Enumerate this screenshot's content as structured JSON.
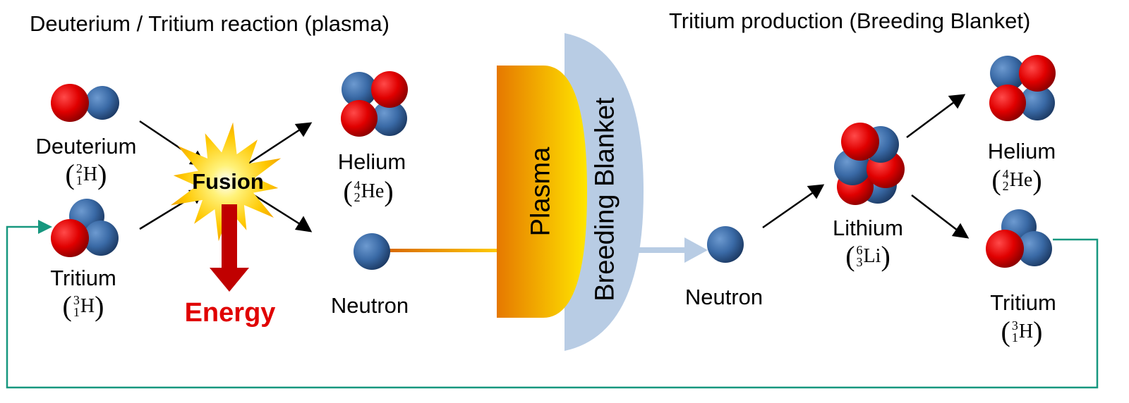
{
  "titles": {
    "left": "Deuterium / Tritium reaction (plasma)",
    "right": "Tritium production (Breeding Blanket)"
  },
  "labels": {
    "deuterium": "Deuterium",
    "tritium_left": "Tritium",
    "fusion": "Fusion",
    "energy": "Energy",
    "helium_left": "Helium",
    "neutron_left": "Neutron",
    "plasma": "Plasma",
    "breeding_blanket": "Breeding Blanket",
    "neutron_right": "Neutron",
    "lithium": "Lithium",
    "helium_right": "Helium",
    "tritium_right": "Tritium"
  },
  "isotopes": {
    "deuterium": {
      "mass": "2",
      "atomic": "1",
      "symbol": "H"
    },
    "tritium_left": {
      "mass": "3",
      "atomic": "1",
      "symbol": "H"
    },
    "helium_left": {
      "mass": "4",
      "atomic": "2",
      "symbol": "He"
    },
    "lithium": {
      "mass": "6",
      "atomic": "3",
      "symbol": "Li"
    },
    "helium_right": {
      "mass": "4",
      "atomic": "2",
      "symbol": "He"
    },
    "tritium_right": {
      "mass": "3",
      "atomic": "1",
      "symbol": "H"
    }
  },
  "colors": {
    "proton": "#e00000",
    "neutron": "#3a6aa6",
    "energy_text": "#e00000",
    "energy_arrow": "#c00000",
    "recycle_line": "#17977f",
    "blanket": "#b8cce4",
    "plasma_gradient": [
      "#e67800",
      "#ffe600"
    ]
  }
}
